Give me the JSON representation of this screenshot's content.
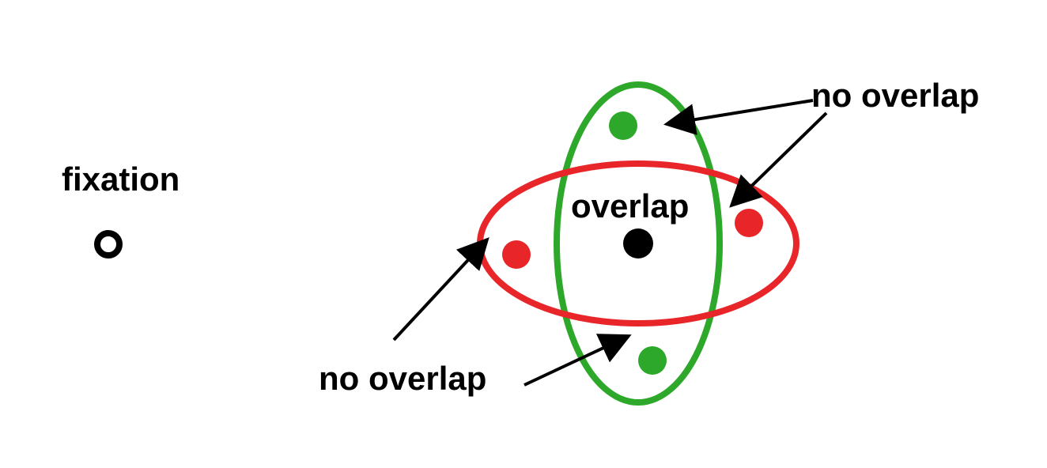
{
  "labels": {
    "fixation": "fixation",
    "overlap": "overlap",
    "no_overlap_top": "no overlap",
    "no_overlap_bottom": "no overlap"
  },
  "colors": {
    "green": "#2ea82a",
    "red": "#e8262a",
    "black": "#000000"
  },
  "icons": {
    "fixation_marker": "ring-icon"
  }
}
